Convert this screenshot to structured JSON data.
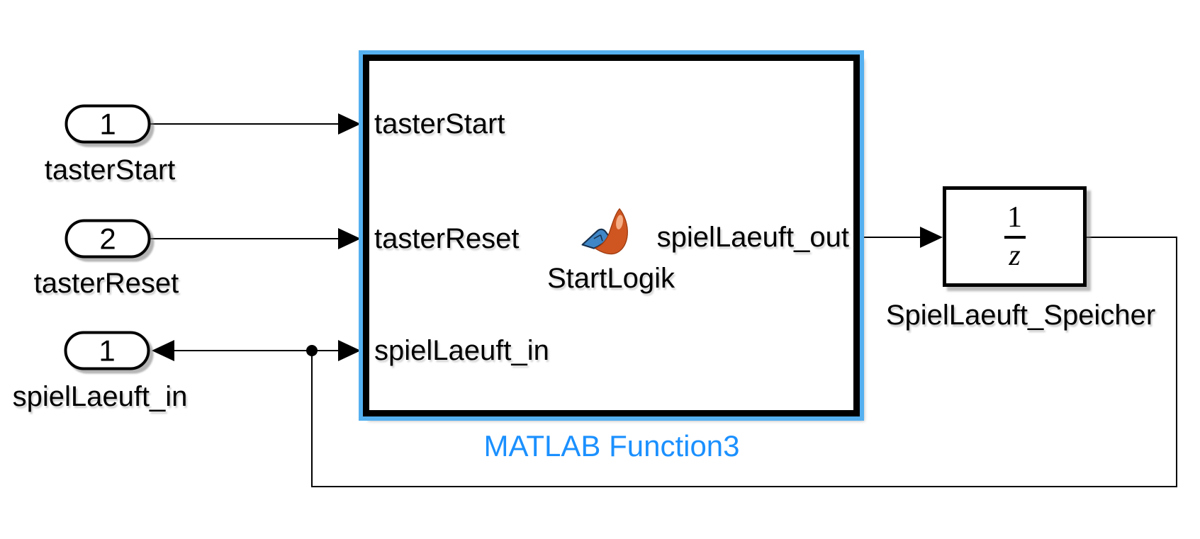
{
  "diagram": {
    "blocks": {
      "inport1": {
        "number": "1",
        "label": "tasterStart"
      },
      "inport2": {
        "number": "2",
        "label": "tasterReset"
      },
      "outport1": {
        "number": "1",
        "label": "spielLaeuft_in"
      },
      "matlab_function": {
        "label": "MATLAB Function3",
        "function_name": "StartLogik",
        "icon": "matlab-logo",
        "ports": {
          "in1": "tasterStart",
          "in2": "tasterReset",
          "in3": "spielLaeuft_in",
          "out1": "spielLaeuft_out"
        }
      },
      "unit_delay": {
        "numerator": "1",
        "denominator": "z",
        "label": "SpielLaeuft_Speicher"
      }
    },
    "colors": {
      "selection": "#55b0f0",
      "function_label": "#1b90ff",
      "wire": "#000000",
      "background": "#ffffff"
    }
  }
}
